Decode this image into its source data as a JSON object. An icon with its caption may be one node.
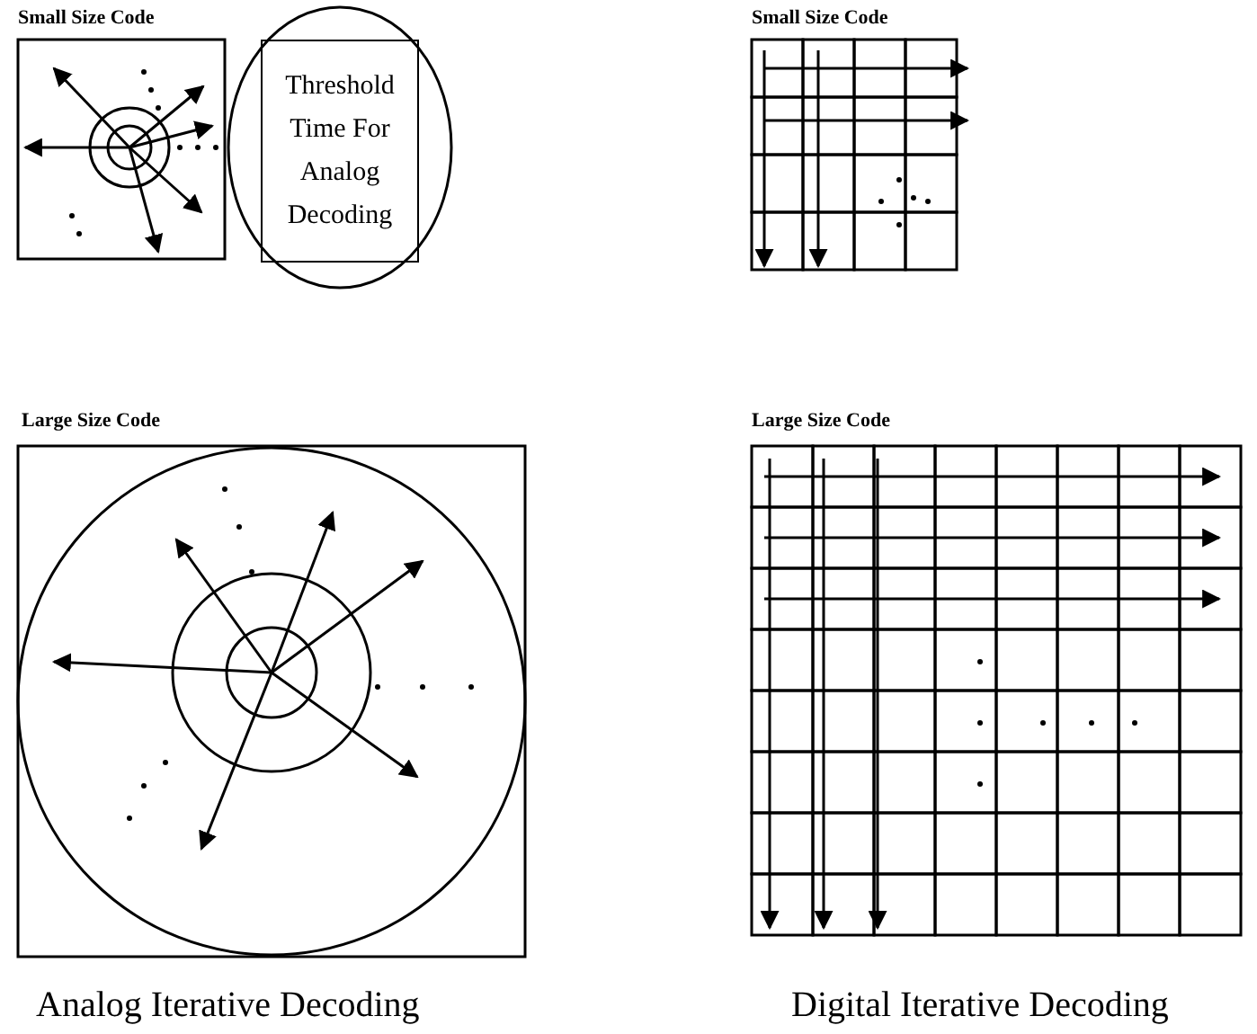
{
  "diagram": {
    "nodes": [
      {
        "text": [
          "Threshold Time For Analog Decoding"
        ]
      }
    ],
    "labels": [
      "Small Size Code",
      "Small Size Code",
      "Large Size Code",
      "Large Size Code",
      "Analog Iterative Decoding",
      "Digital Iterative Decoding"
    ]
  }
}
